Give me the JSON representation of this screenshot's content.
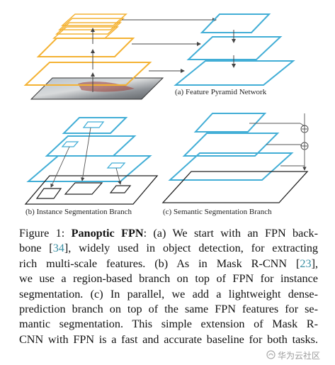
{
  "figure": {
    "subcaption_a": "(a) Feature Pyramid Network",
    "subcaption_b": "(b) Instance Segmentation Branch",
    "subcaption_c": "(c) Semantic Segmentation Branch",
    "colors": {
      "backbone": "#f4b233",
      "fpn": "#42aed6",
      "outline": "#222222",
      "arrow": "#555555"
    }
  },
  "caption": {
    "line1_prefix": "Figure 1: ",
    "line1_bold": "Panoptic FPN",
    "line1_rest": ": (a) We start with an FPN back-",
    "line2_a": "bone [",
    "ref1": "34",
    "line2_b": "], widely used in object detection, for extracting",
    "line3": "rich multi-scale features.  (b) As in Mask R-CNN [",
    "ref2": "23",
    "line3_end": "],",
    "line4": "we use a region-based branch on top of FPN for instance",
    "line5": "segmentation.  (c) In parallel, we add a lightweight dense-",
    "line6": "prediction branch on top of the same FPN features for se-",
    "line7": "mantic segmentation.  This simple extension of Mask R-",
    "line8": "CNN with FPN is a fast and accurate baseline for both tasks."
  },
  "watermark": {
    "text": "华为云社区",
    "icon": "cloud-logo-icon"
  }
}
